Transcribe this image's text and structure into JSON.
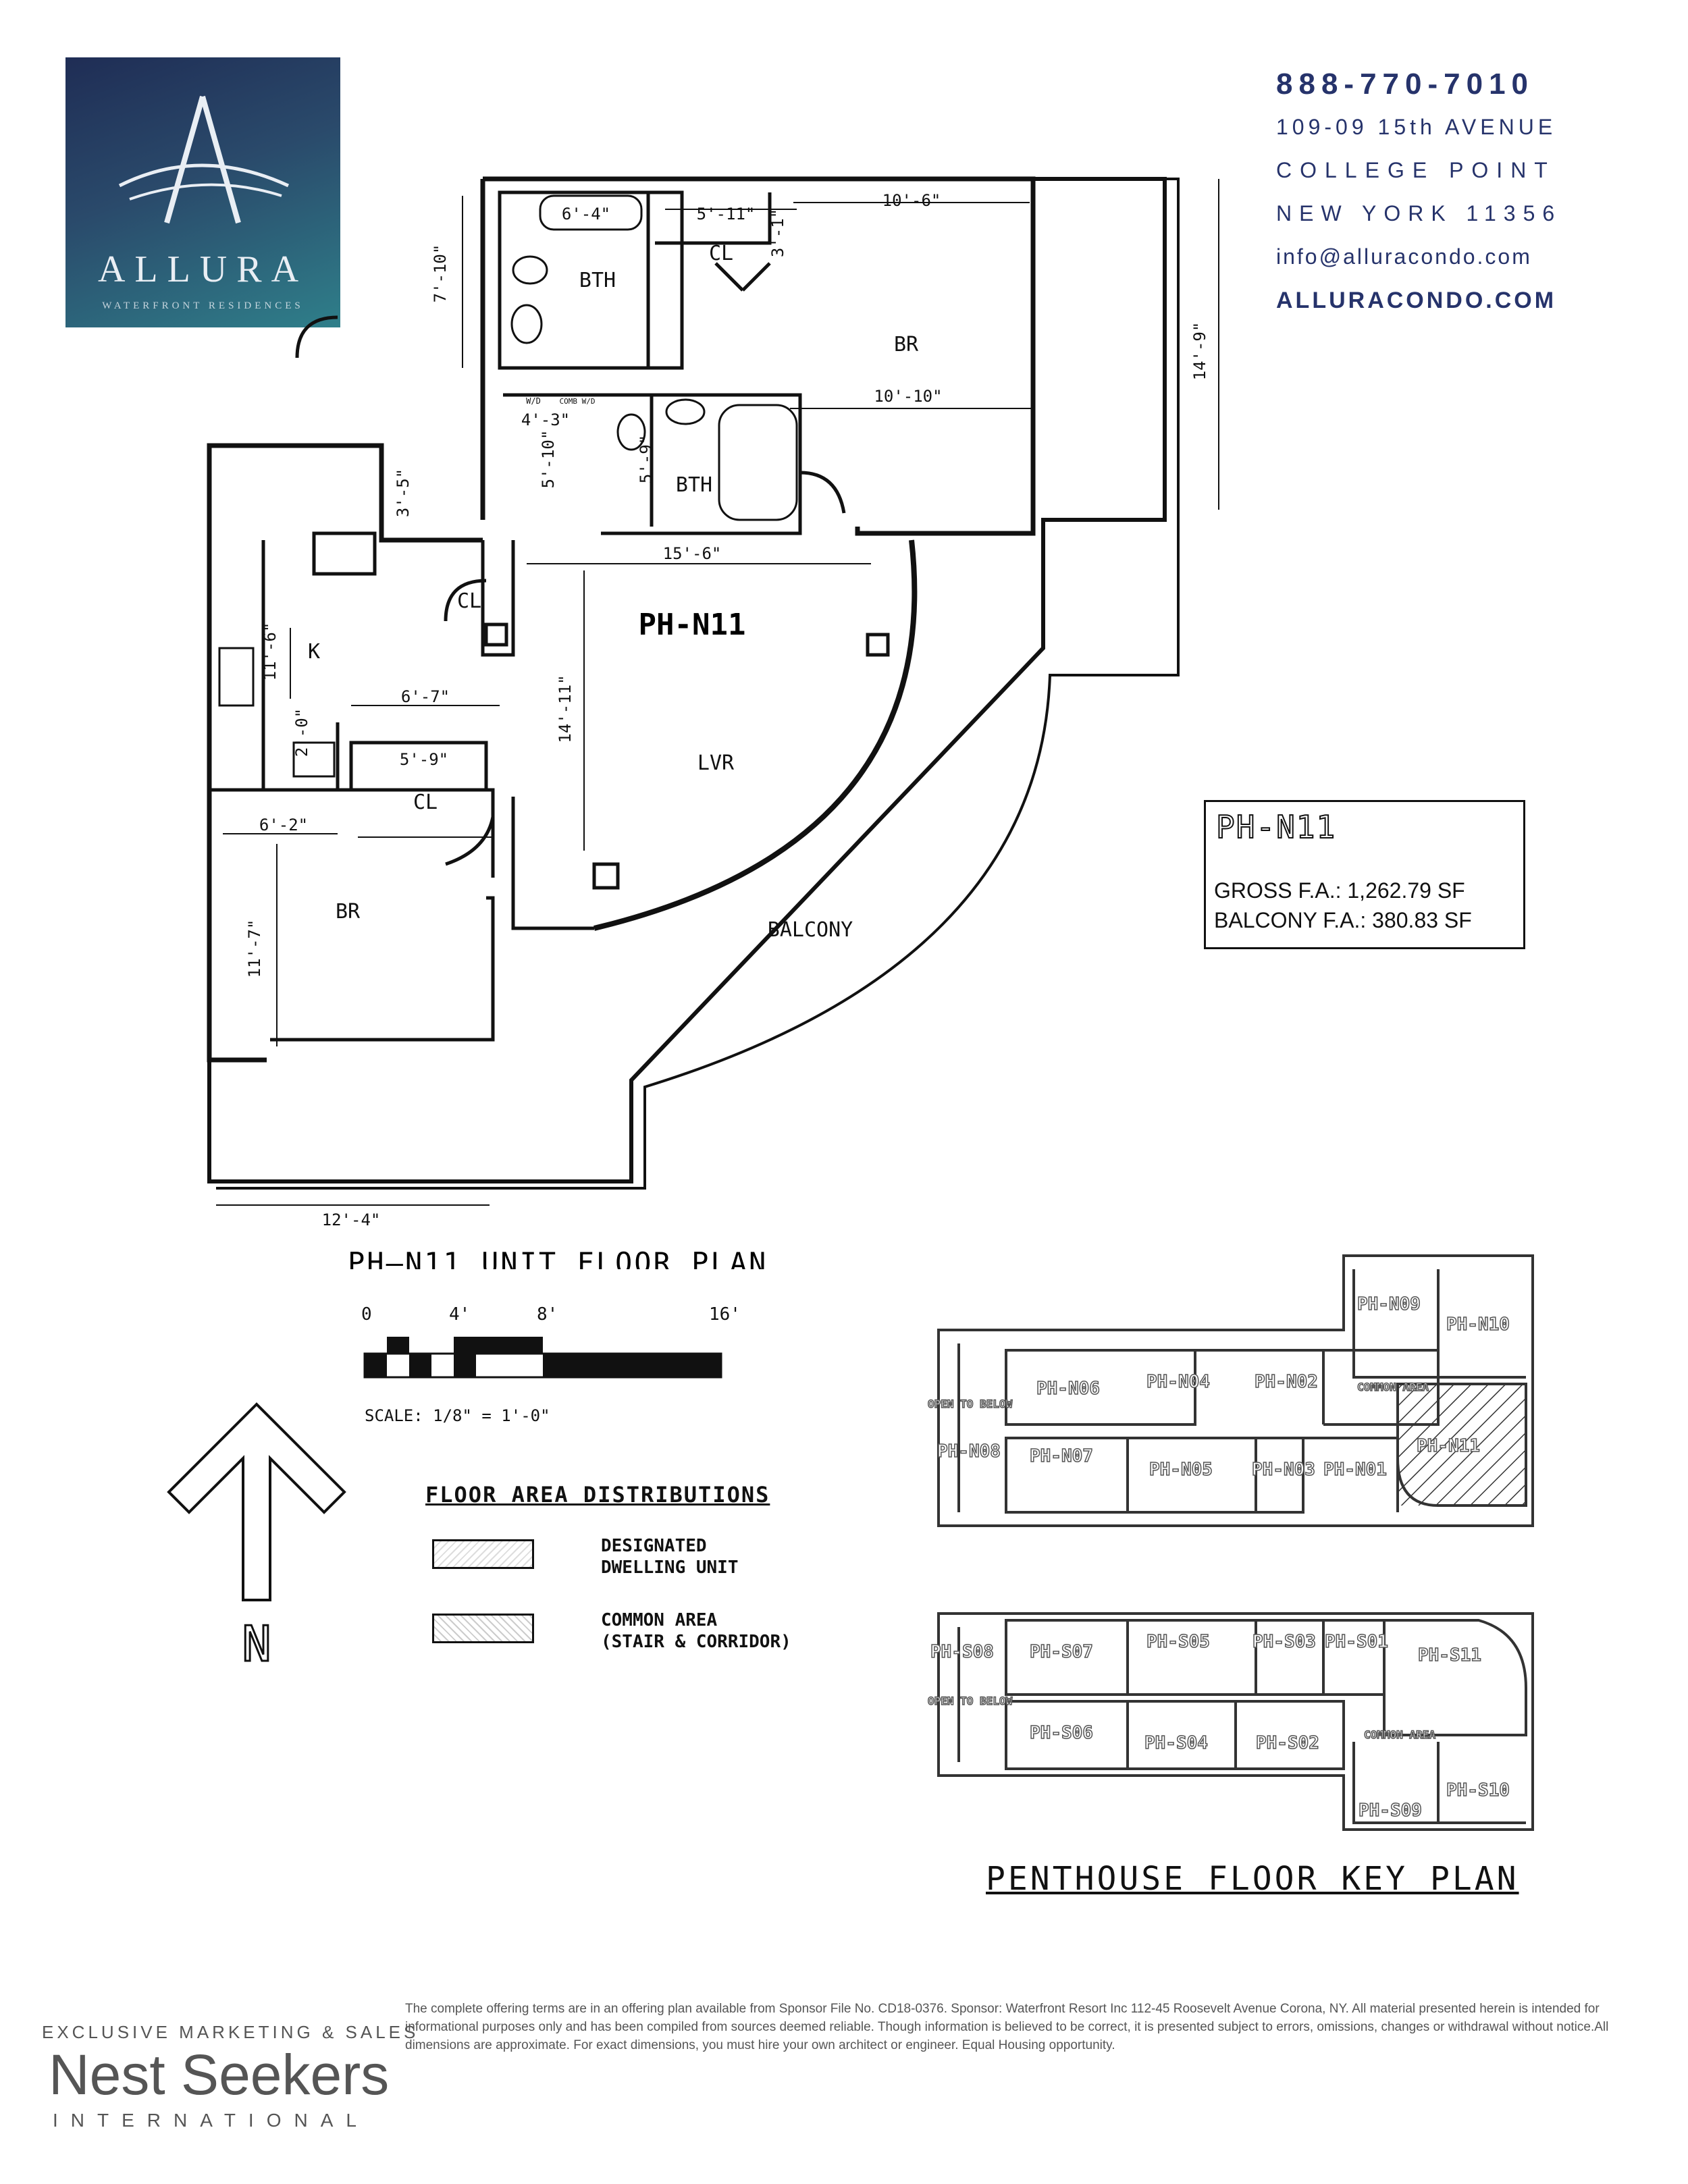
{
  "brand": {
    "name": "ALLURA",
    "tagline": "WATERFRONT RESIDENCES"
  },
  "contact": {
    "phone": "888-770-7010",
    "address1": "109-09 15th AVENUE",
    "address2": "COLLEGE POINT",
    "address3": "NEW YORK 11356",
    "email": "info@alluracondo.com",
    "website": "ALLURACONDO.COM"
  },
  "plan": {
    "unit": "PH-N11",
    "title": "PH–N11 UNIT FLOOR PLAN",
    "rooms": {
      "bth_top": "BTH",
      "cl_top": "CL",
      "br_top": "BR",
      "bth_mid": "BTH",
      "cl_mid": "CL",
      "k": "K",
      "lvr": "LVR",
      "cl_low": "CL",
      "br_low": "BR",
      "balcony": "BALCONY",
      "wd": "W/D",
      "comb": "COMB W/D"
    },
    "dimensions": {
      "d1": "6'-4\"",
      "d2": "5'-11\"",
      "d3": "3'-1\"",
      "d4": "10'-6\"",
      "d5": "7'-10\"",
      "d6": "14'-9\"",
      "d7": "10'-10\"",
      "d8": "4'-3\"",
      "d9": "5'-10\"",
      "d10": "5'-9\"",
      "d11": "3'-5\"",
      "d12": "15'-6\"",
      "d13": "11'-6\"",
      "d14": "14'-11\"",
      "d15": "2'-0\"",
      "d16": "6'-7\"",
      "d17": "5'-9\"",
      "d18": "6'-2\"",
      "d19": "11'-7\"",
      "d20": "12'-4\""
    }
  },
  "unit_box": {
    "name": "PH-N11",
    "gross": "GROSS F.A.: 1,262.79 SF",
    "balcony": "BALCONY F.A.: 380.83 SF"
  },
  "scale": {
    "ticks": [
      "0",
      "4'",
      "8'",
      "16'"
    ],
    "label": "SCALE: 1/8\" = 1'-0\""
  },
  "north": "N",
  "legend": {
    "title": "FLOOR AREA DISTRIBUTIONS",
    "item1_line1": "DESIGNATED",
    "item1_line2": "DWELLING UNIT",
    "item2_line1": "COMMON AREA",
    "item2_line2": "(STAIR & CORRIDOR)"
  },
  "key_north": {
    "units": [
      "PH-N09",
      "PH-N10",
      "PH-N06",
      "PH-N04",
      "PH-N02",
      "PH-N07",
      "PH-N05",
      "PH-N03",
      "PH-N01",
      "PH-N11",
      "PH-N08"
    ],
    "common": "COMMON AREA",
    "open": "OPEN TO BELOW"
  },
  "key_south": {
    "units": [
      "PH-S08",
      "PH-S07",
      "PH-S05",
      "PH-S03",
      "PH-S01",
      "PH-S11",
      "PH-S06",
      "PH-S04",
      "PH-S02",
      "PH-S09",
      "PH-S10"
    ],
    "common": "COMMON AREA",
    "open": "OPEN TO BELOW"
  },
  "key_title": "PENTHOUSE FLOOR KEY PLAN",
  "footer": {
    "marketing": "EXCLUSIVE MARKETING & SALES",
    "company": "Nest Seekers",
    "company_sub": "INTERNATIONAL",
    "disclaimer": "The complete offering terms are in an offering plan available from Sponsor File No. CD18-0376.  Sponsor: Waterfront Resort Inc 112-45 Roosevelt Avenue Corona, NY. All material presented herein is intended for informational purposes only and has been compiled from sources deemed reliable. Though information is believed to be correct, it is presented subject to errors, omissions, changes or withdrawal without notice.All dimensions are approximate.  For exact dimensions, you must hire your own architect or engineer. Equal Housing opportunity."
  }
}
